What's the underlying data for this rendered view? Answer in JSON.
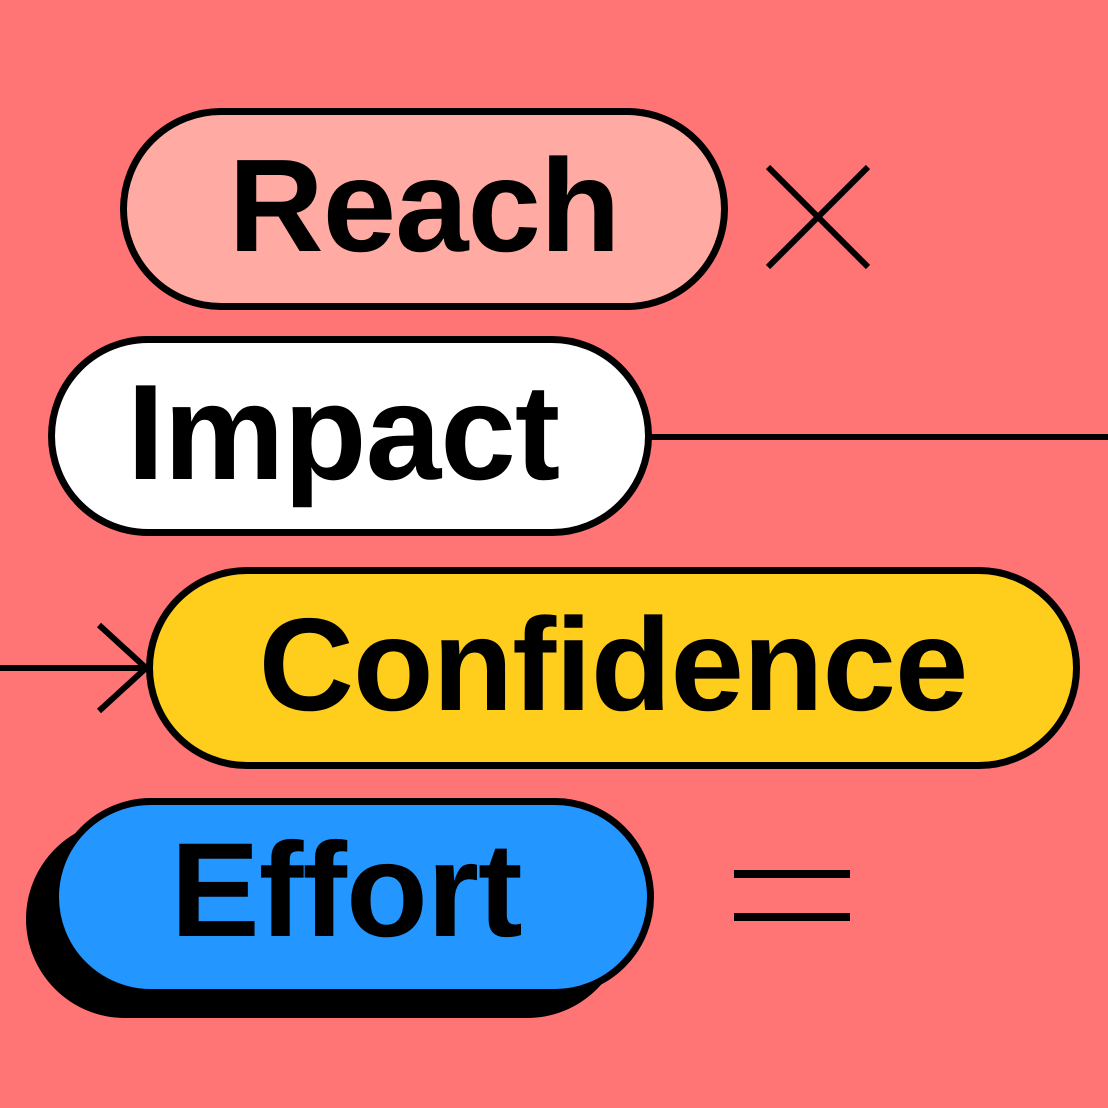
{
  "background": "#ff7575",
  "terms": [
    {
      "label": "Reach",
      "color": "#ffaba3"
    },
    {
      "label": "Impact",
      "color": "#ffffff"
    },
    {
      "label": "Confidence",
      "color": "#ffcd1c"
    },
    {
      "label": "Effort",
      "color": "#2496ff"
    }
  ],
  "operators": {
    "multiply": "×",
    "equals": "="
  }
}
